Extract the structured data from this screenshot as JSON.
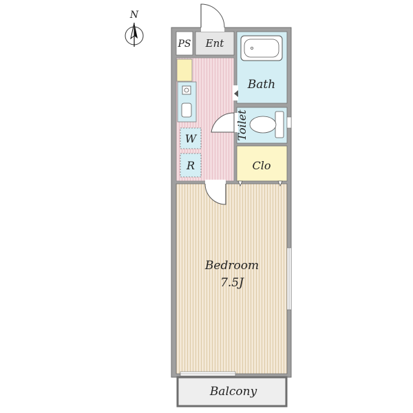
{
  "compass": {
    "label": "N",
    "icon": "north-arrow-icon"
  },
  "rooms": {
    "ps": "PS",
    "entrance": "Ent",
    "bath": "Bath",
    "toilet": "Toilet",
    "washer": "W",
    "refrigerator": "R",
    "closet": "Clo",
    "bedroom": "Bedroom",
    "bedroom_size": "7.5J",
    "balcony": "Balcony"
  },
  "colors": {
    "wall": "#a0a0a0",
    "wall_edge": "#6e6e6e",
    "wet_area": "#d4eef4",
    "corridor": "#f4dce0",
    "corridor_stripe": "#e7bfc6",
    "bedroom": "#f3e8d6",
    "bedroom_stripe": "#dcc9a6",
    "closet": "#fdf6c8",
    "cabinet": "#fbf2b8",
    "balcony": "#eeeeee",
    "entrance": "#e6e6e6"
  }
}
